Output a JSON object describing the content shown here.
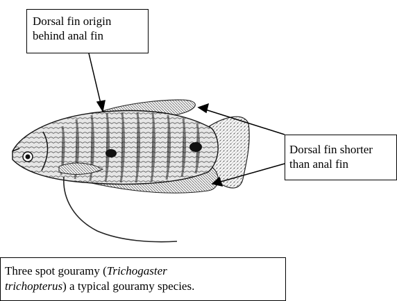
{
  "callouts": {
    "origin": [
      "Dorsal fin origin",
      "behind anal fin"
    ],
    "shorter": [
      "Dorsal fin shorter",
      "than anal fin"
    ]
  },
  "caption": {
    "part1": "Three spot gouramy (",
    "italic1": "Trichogaster",
    "italic2": "trichopterus",
    "part2": ") a typical gouramy species."
  },
  "icons": [
    "fish-illustration"
  ]
}
